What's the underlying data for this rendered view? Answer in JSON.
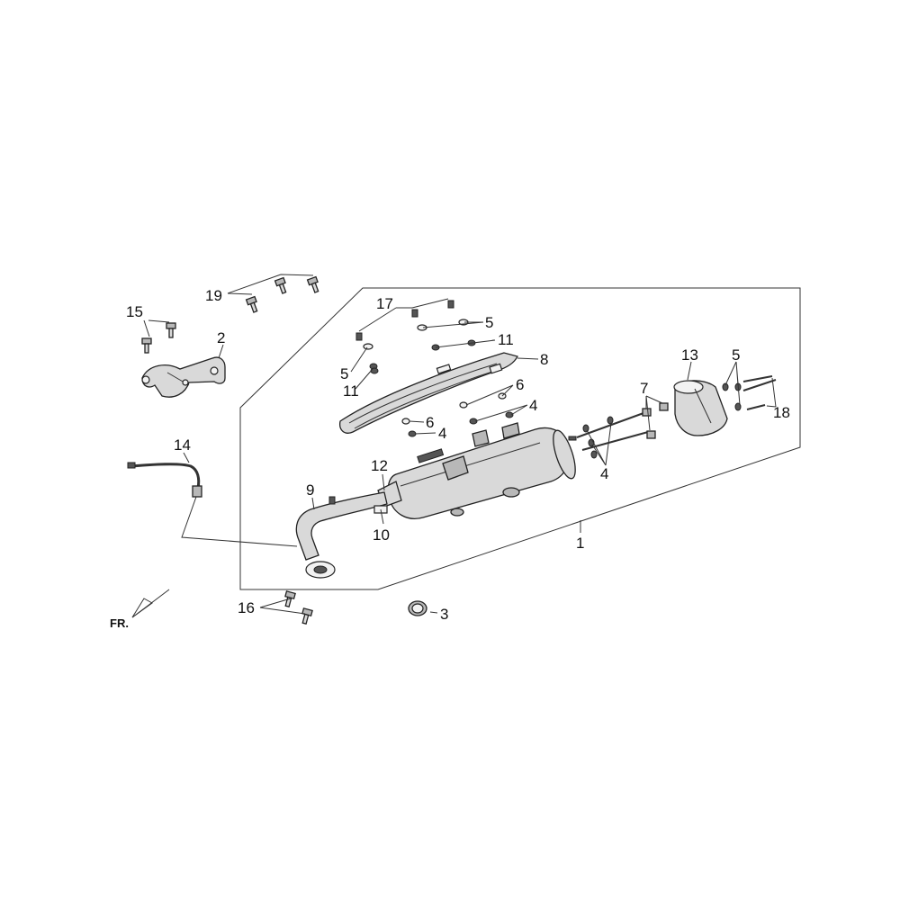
{
  "orientation": {
    "label": "FR."
  },
  "callouts": {
    "c1": "1",
    "c2": "2",
    "c3": "3",
    "c4a": "4",
    "c4b": "4",
    "c4c": "4",
    "c5a": "5",
    "c5b": "5",
    "c5c": "5",
    "c6a": "6",
    "c6b": "6",
    "c7": "7",
    "c8": "8",
    "c9": "9",
    "c10": "10",
    "c11a": "11",
    "c11b": "11",
    "c12": "12",
    "c13": "13",
    "c14": "14",
    "c15": "15",
    "c16": "16",
    "c17": "17",
    "c18": "18",
    "c19": "19"
  }
}
